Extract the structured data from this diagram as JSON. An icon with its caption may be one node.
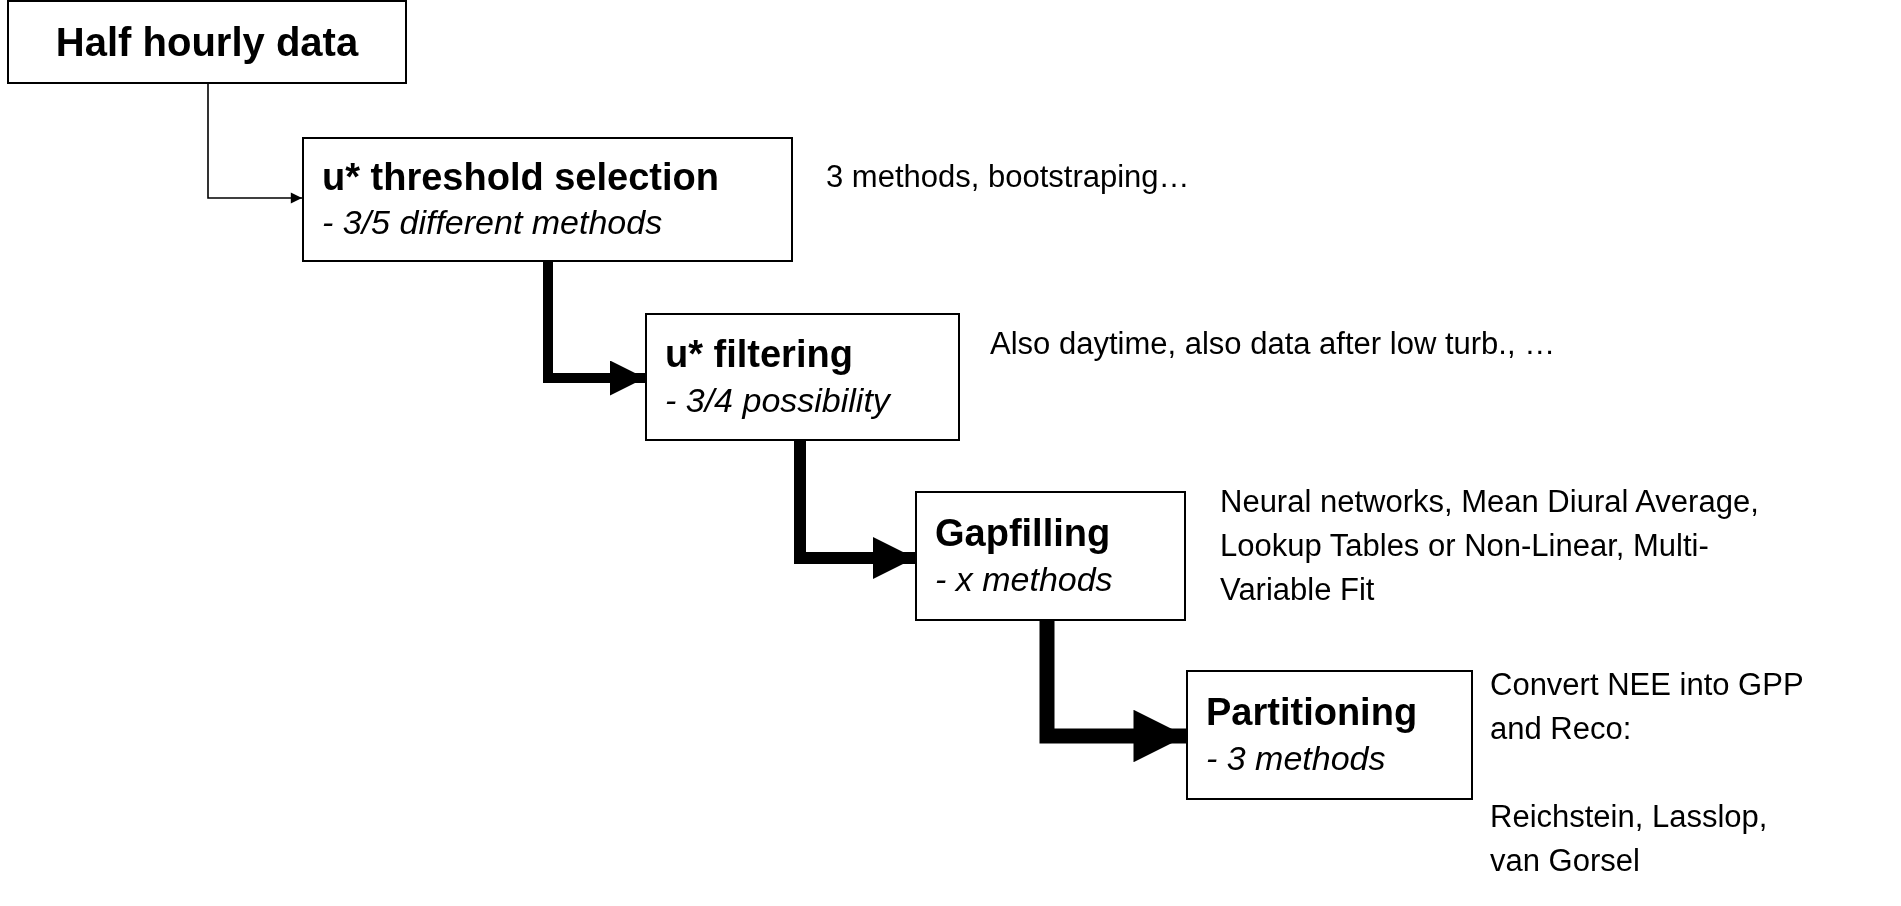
{
  "diagram": {
    "nodes": [
      {
        "text": [
          "Half hourly data"
        ]
      },
      {
        "text": [
          "u* threshold selection",
          "- 3/5 different methods"
        ],
        "beside": [
          "3 methods, bootstraping…"
        ]
      },
      {
        "text": [
          "u* filtering",
          "- 3/4 possibility"
        ],
        "beside": [
          "Also daytime, also data after low turb., …"
        ]
      },
      {
        "text": [
          "Gapfilling",
          "- x methods"
        ],
        "beside": [
          "Neural networks, Mean Diural Average, Lookup Tables or Non-Linear, Multi-Variable Fit"
        ]
      },
      {
        "text": [
          "Partitioning",
          "- 3 methods"
        ],
        "beside": [
          "Convert NEE into GPP and Reco:",
          "Reichstein, Lasslop, van Gorsel"
        ]
      }
    ],
    "edges": [
      {
        "from": 0,
        "to": 1,
        "arrow": "to"
      },
      {
        "from": 1,
        "to": 2,
        "arrow": "to"
      },
      {
        "from": 2,
        "to": 3,
        "arrow": "to"
      },
      {
        "from": 3,
        "to": 4,
        "arrow": "to"
      }
    ]
  }
}
